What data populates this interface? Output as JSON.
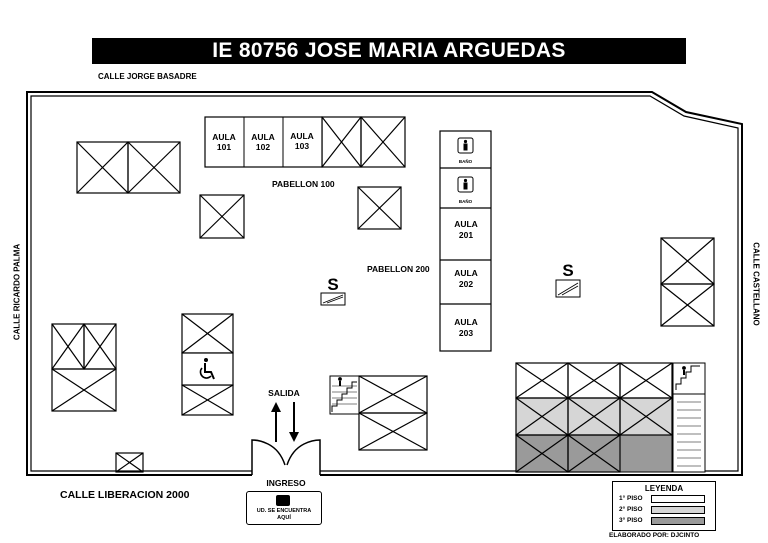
{
  "title": "IE 80756 JOSE MARIA ARGUEDAS",
  "streets": {
    "top": "CALLE JORGE BASADRE",
    "bottom": "CALLE LIBERACION 2000",
    "left": "CALLE RICARDO PALMA",
    "right": "CALLE CASTELLANO"
  },
  "pabellones": {
    "p100": "PABELLON 100",
    "p200": "PABELLON 200"
  },
  "aulas": {
    "a101": [
      "AULA",
      "101"
    ],
    "a102": [
      "AULA",
      "102"
    ],
    "a103": [
      "AULA",
      "103"
    ],
    "a201": [
      "AULA",
      "201"
    ],
    "a202": [
      "AULA",
      "202"
    ],
    "a203": [
      "AULA",
      "203"
    ]
  },
  "bano": "BAÑO",
  "safe_zone_letter": "S",
  "salida": "SALIDA",
  "ingreso": "INGRESO",
  "you_are_here": [
    "UD. SE ENCUENTRA",
    "AQUÍ"
  ],
  "legend": {
    "title": "LEYENDA",
    "items": [
      {
        "label": "1° PISO",
        "color": "#ffffff"
      },
      {
        "label": "2° PISO",
        "color": "#d6d6d6"
      },
      {
        "label": "3° PISO",
        "color": "#9a9a9a"
      }
    ]
  },
  "credit": "ELABORADO POR: DJCINTO",
  "icons": [
    "restroom-icon",
    "wheelchair-icon",
    "stairs-icon",
    "exit-arrow-icon",
    "safe-zone-icon"
  ]
}
